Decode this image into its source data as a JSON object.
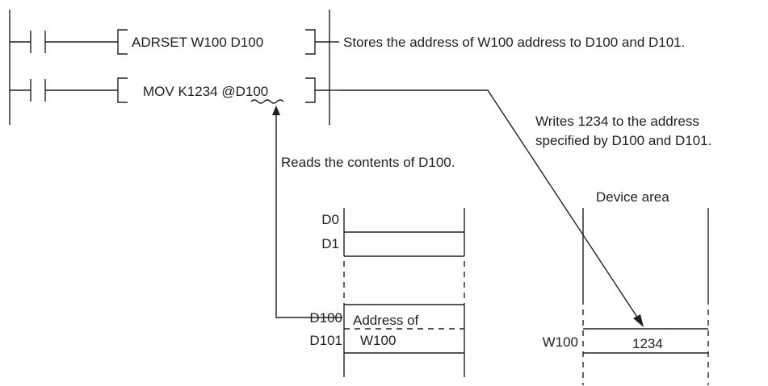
{
  "ladder": {
    "rung1": {
      "instruction": "ADRSET W100 D100",
      "comment": "Stores the address of W100 address to D100 and D101."
    },
    "rung2": {
      "instruction_prefix": "MOV K1234 @",
      "instruction_device": "D100"
    }
  },
  "annotations": {
    "writes_line1": "Writes 1234 to the address",
    "writes_line2": "specified by D100 and D101.",
    "reads": "Reads the contents of D100."
  },
  "left_table": {
    "rows": [
      {
        "label": "D0"
      },
      {
        "label": "D1"
      },
      {
        "label": "D100",
        "content": "Address of"
      },
      {
        "label": "D101",
        "content": "W100"
      }
    ]
  },
  "right_table": {
    "title": "Device area",
    "row_label": "W100",
    "value": "1234"
  }
}
